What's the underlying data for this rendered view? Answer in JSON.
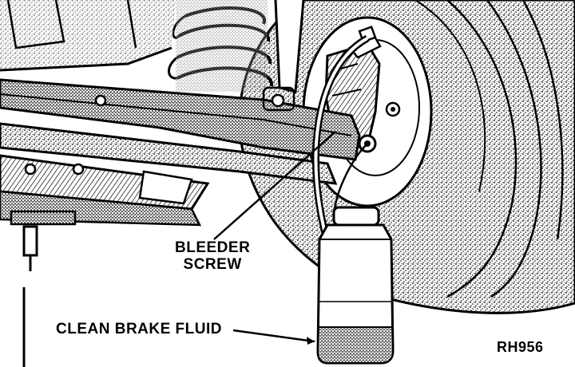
{
  "figure": {
    "labels": {
      "bleeder_screw_line1": "BLEEDER",
      "bleeder_screw_line2": "SCREW",
      "clean_brake_fluid": "CLEAN BRAKE FLUID"
    },
    "figure_code": "RH956"
  },
  "colors": {
    "ink": "#000000",
    "paper": "#ffffff",
    "stipple": "#8a8a8a"
  }
}
